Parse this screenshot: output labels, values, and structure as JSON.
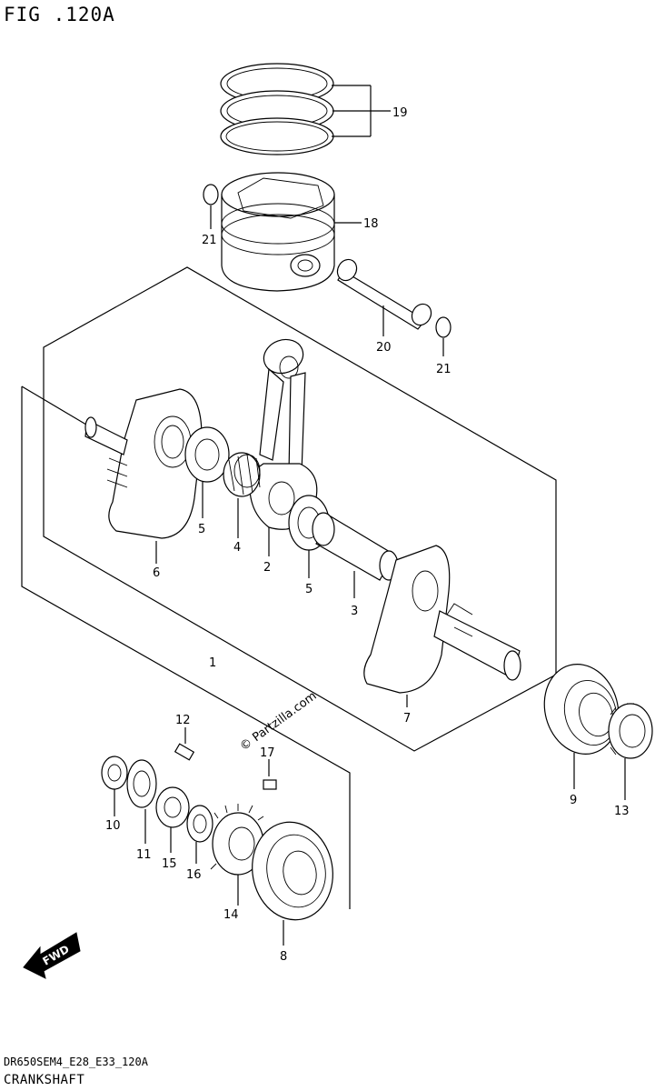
{
  "header": {
    "figure_label": "FIG .120A"
  },
  "footer": {
    "model_code": "DR650SEM4_E28_E33_120A",
    "section_title": "CRANKSHAFT"
  },
  "watermark": {
    "text": "© Partzilla.com"
  },
  "fwd_badge": {
    "label": "FWD"
  },
  "callouts": {
    "c1": "1",
    "c2": "2",
    "c3": "3",
    "c4": "4",
    "c5a": "5",
    "c5b": "5",
    "c6": "6",
    "c7": "7",
    "c8": "8",
    "c9": "9",
    "c10": "10",
    "c11": "11",
    "c12": "12",
    "c13": "13",
    "c14": "14",
    "c15": "15",
    "c16": "16",
    "c17": "17",
    "c18": "18",
    "c19": "19",
    "c20": "20",
    "c21a": "21",
    "c21b": "21"
  }
}
